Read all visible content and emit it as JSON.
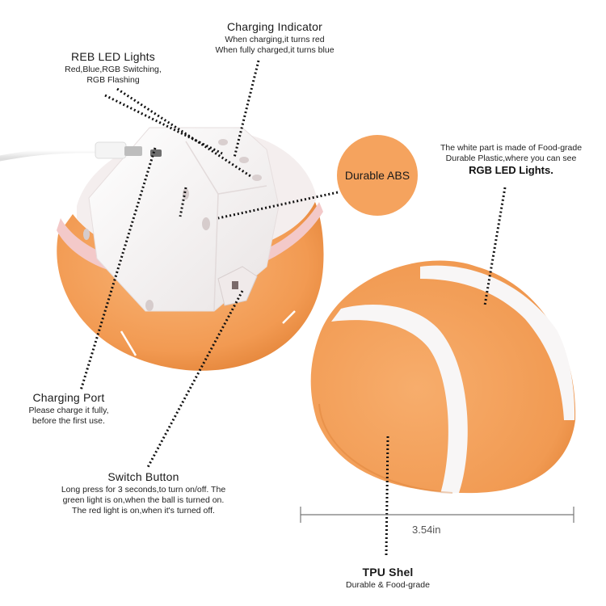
{
  "charging_indicator": {
    "title": "Charging Indicator",
    "line1": "When charging,it turns red",
    "line2": "When fully charged,it turns blue"
  },
  "reb_led": {
    "title": "REB LED Lights",
    "line1": "Red,Blue,RGB Switching,",
    "line2": "RGB Flashing"
  },
  "durable_abs": {
    "label": "Durable ABS"
  },
  "white_part": {
    "line1": "The white part is made of Food-grade",
    "line2": "Durable Plastic,where you can see",
    "line3": "RGB LED Lights."
  },
  "charging_port": {
    "title": "Charging Port",
    "line1": "Please charge it fully,",
    "line2": "before the first use."
  },
  "switch_button": {
    "title": "Switch Button",
    "line1": "Long press for 3 seconds,to turn on/off. The",
    "line2": "green light is on,when the ball is turned on.",
    "line3": "The red light is on,when it's turned off."
  },
  "dimension": {
    "value": "3.54in"
  },
  "tpu_shell": {
    "title": "TPU Shel",
    "line1": "Durable & Food-grade"
  },
  "colors": {
    "orange": "#f5a35e",
    "orange_dark": "#e8883a",
    "white_plastic": "#f7f2f2",
    "pink_rim": "#f3c9c9"
  }
}
